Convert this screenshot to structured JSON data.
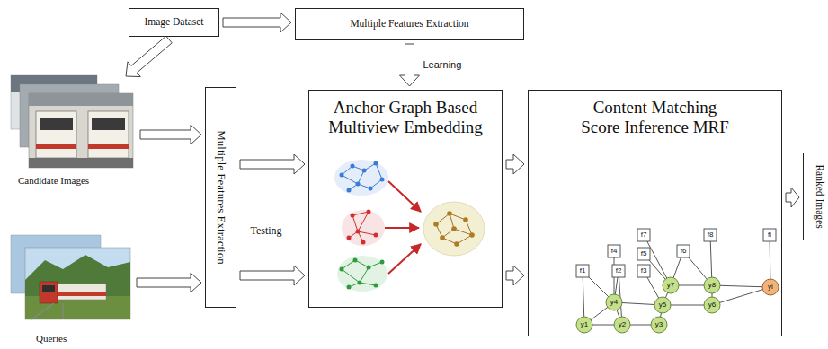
{
  "diagram": {
    "nodes": [
      {
        "text": [
          "Image Dataset"
        ]
      },
      {
        "text": [
          "Multiple Features Extraction"
        ]
      },
      {
        "text": [
          "Candidate Images"
        ]
      },
      {
        "text": [
          "Queries"
        ]
      },
      {
        "text": [
          "Multiple Features Extraction"
        ]
      },
      {
        "text": [
          "Anchor Graph Based Multiview Embedding"
        ]
      },
      {
        "text": [
          "Content Matching Score Inference MRF"
        ]
      },
      {
        "text": [
          "Ranked Images"
        ]
      }
    ],
    "edges": [
      {
        "from": 0,
        "to": 1,
        "arrow": "to"
      },
      {
        "from": 0,
        "to": 2,
        "arrow": "to"
      },
      {
        "from": 1,
        "to": 5,
        "arrow": "to",
        "label": "Learning"
      },
      {
        "from": 2,
        "to": 4,
        "arrow": "to"
      },
      {
        "from": 3,
        "to": 4,
        "arrow": "to"
      },
      {
        "from": 4,
        "to": 5,
        "arrow": "to"
      },
      {
        "from": 4,
        "to": 5,
        "arrow": "to"
      },
      {
        "from": 5,
        "to": 6,
        "arrow": "to"
      },
      {
        "from": 5,
        "to": 6,
        "arrow": "to"
      },
      {
        "from": 6,
        "to": 7,
        "arrow": "to"
      }
    ],
    "labels": [
      "Testing",
      "f1",
      "f2",
      "f3",
      "f4",
      "f5",
      "f6",
      "f7",
      "f8",
      "fi",
      "y1",
      "y2",
      "y3",
      "y4",
      "y5",
      "y6",
      "y7",
      "y8",
      "yi"
    ]
  }
}
